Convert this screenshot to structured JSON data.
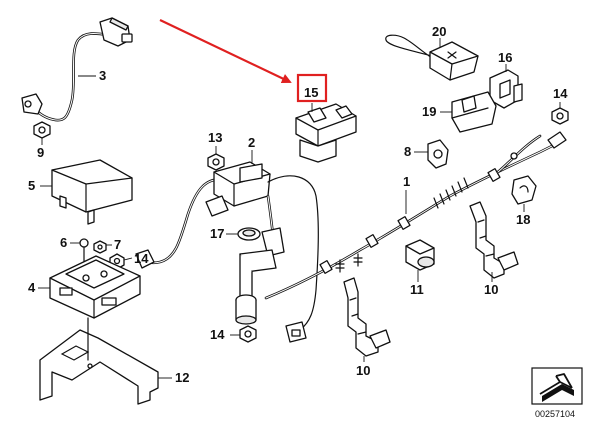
{
  "callouts": {
    "c1": "1",
    "c2": "2",
    "c3": "3",
    "c4": "4",
    "c5": "5",
    "c6": "6",
    "c7": "7",
    "c8": "8",
    "c9": "9",
    "c10a": "10",
    "c10b": "10",
    "c11": "11",
    "c12": "12",
    "c13": "13",
    "c14a": "14",
    "c14b": "14",
    "c15": "15",
    "c16": "16",
    "c17": "17",
    "c18": "18",
    "c19": "19",
    "c20": "20"
  },
  "reference_number": "00257104",
  "highlight_color": "#e02020",
  "highlighted_part": "15"
}
